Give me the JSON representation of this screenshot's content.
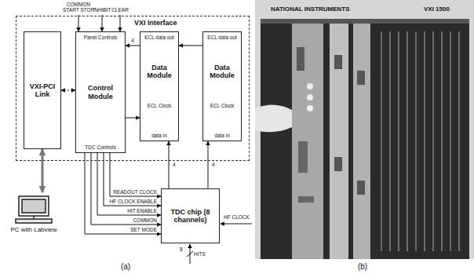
{
  "diagram": {
    "nodes": [
      {
        "text": [
          "VXI Interface"
        ]
      },
      {
        "text": [
          "VXI-PCI Link"
        ],
        "in": 0
      },
      {
        "text": [
          "Panel Controls",
          "Control Module",
          "TDC Controls"
        ],
        "in": 0
      },
      {
        "text": [
          "ECL data out",
          "Data Module",
          "ECL Clock",
          "data in"
        ],
        "in": 0
      },
      {
        "text": [
          "ECL data out",
          "Data Module",
          "ECL Clock",
          "data in"
        ],
        "in": 0
      },
      {
        "text": [
          "PC with Labview"
        ]
      },
      {
        "text": [
          "TDC chip (8 channels)"
        ]
      }
    ],
    "edges": [
      {
        "from": 5,
        "to": 1,
        "arrow": "both"
      },
      {
        "from": 1,
        "to": 2,
        "arrow": "both"
      },
      {
        "from": 3,
        "to": 2,
        "arrow": "to",
        "label": "4"
      },
      {
        "from": 2,
        "to": 3,
        "arrow": "to"
      },
      {
        "from": 4,
        "to": 3,
        "arrow": "to"
      },
      {
        "from": 6,
        "to": 3,
        "arrow": "to",
        "label": "4"
      },
      {
        "from": 6,
        "to": 4,
        "arrow": "to",
        "label": "4"
      },
      {
        "from": 2,
        "to": 6,
        "arrow": "to",
        "label": "READOUT CLOCK"
      },
      {
        "from": 2,
        "to": 6,
        "arrow": "to",
        "label": "HF CLOCK ENABLE"
      },
      {
        "from": 2,
        "to": 6,
        "arrow": "to",
        "label": "HIT ENABLE"
      },
      {
        "from": 2,
        "to": 6,
        "arrow": "to",
        "label": "COMMON"
      },
      {
        "from": 2,
        "to": 6,
        "arrow": "to",
        "label": "SET MODE"
      }
    ],
    "labels": [
      "COMMON START STOP",
      "INHIBIT",
      "CLEAR",
      "HF CLOCK",
      "HITS",
      "8",
      "NATIONAL INSTRUMENTS",
      "VXI 1500",
      "(a)",
      "(b)"
    ]
  }
}
